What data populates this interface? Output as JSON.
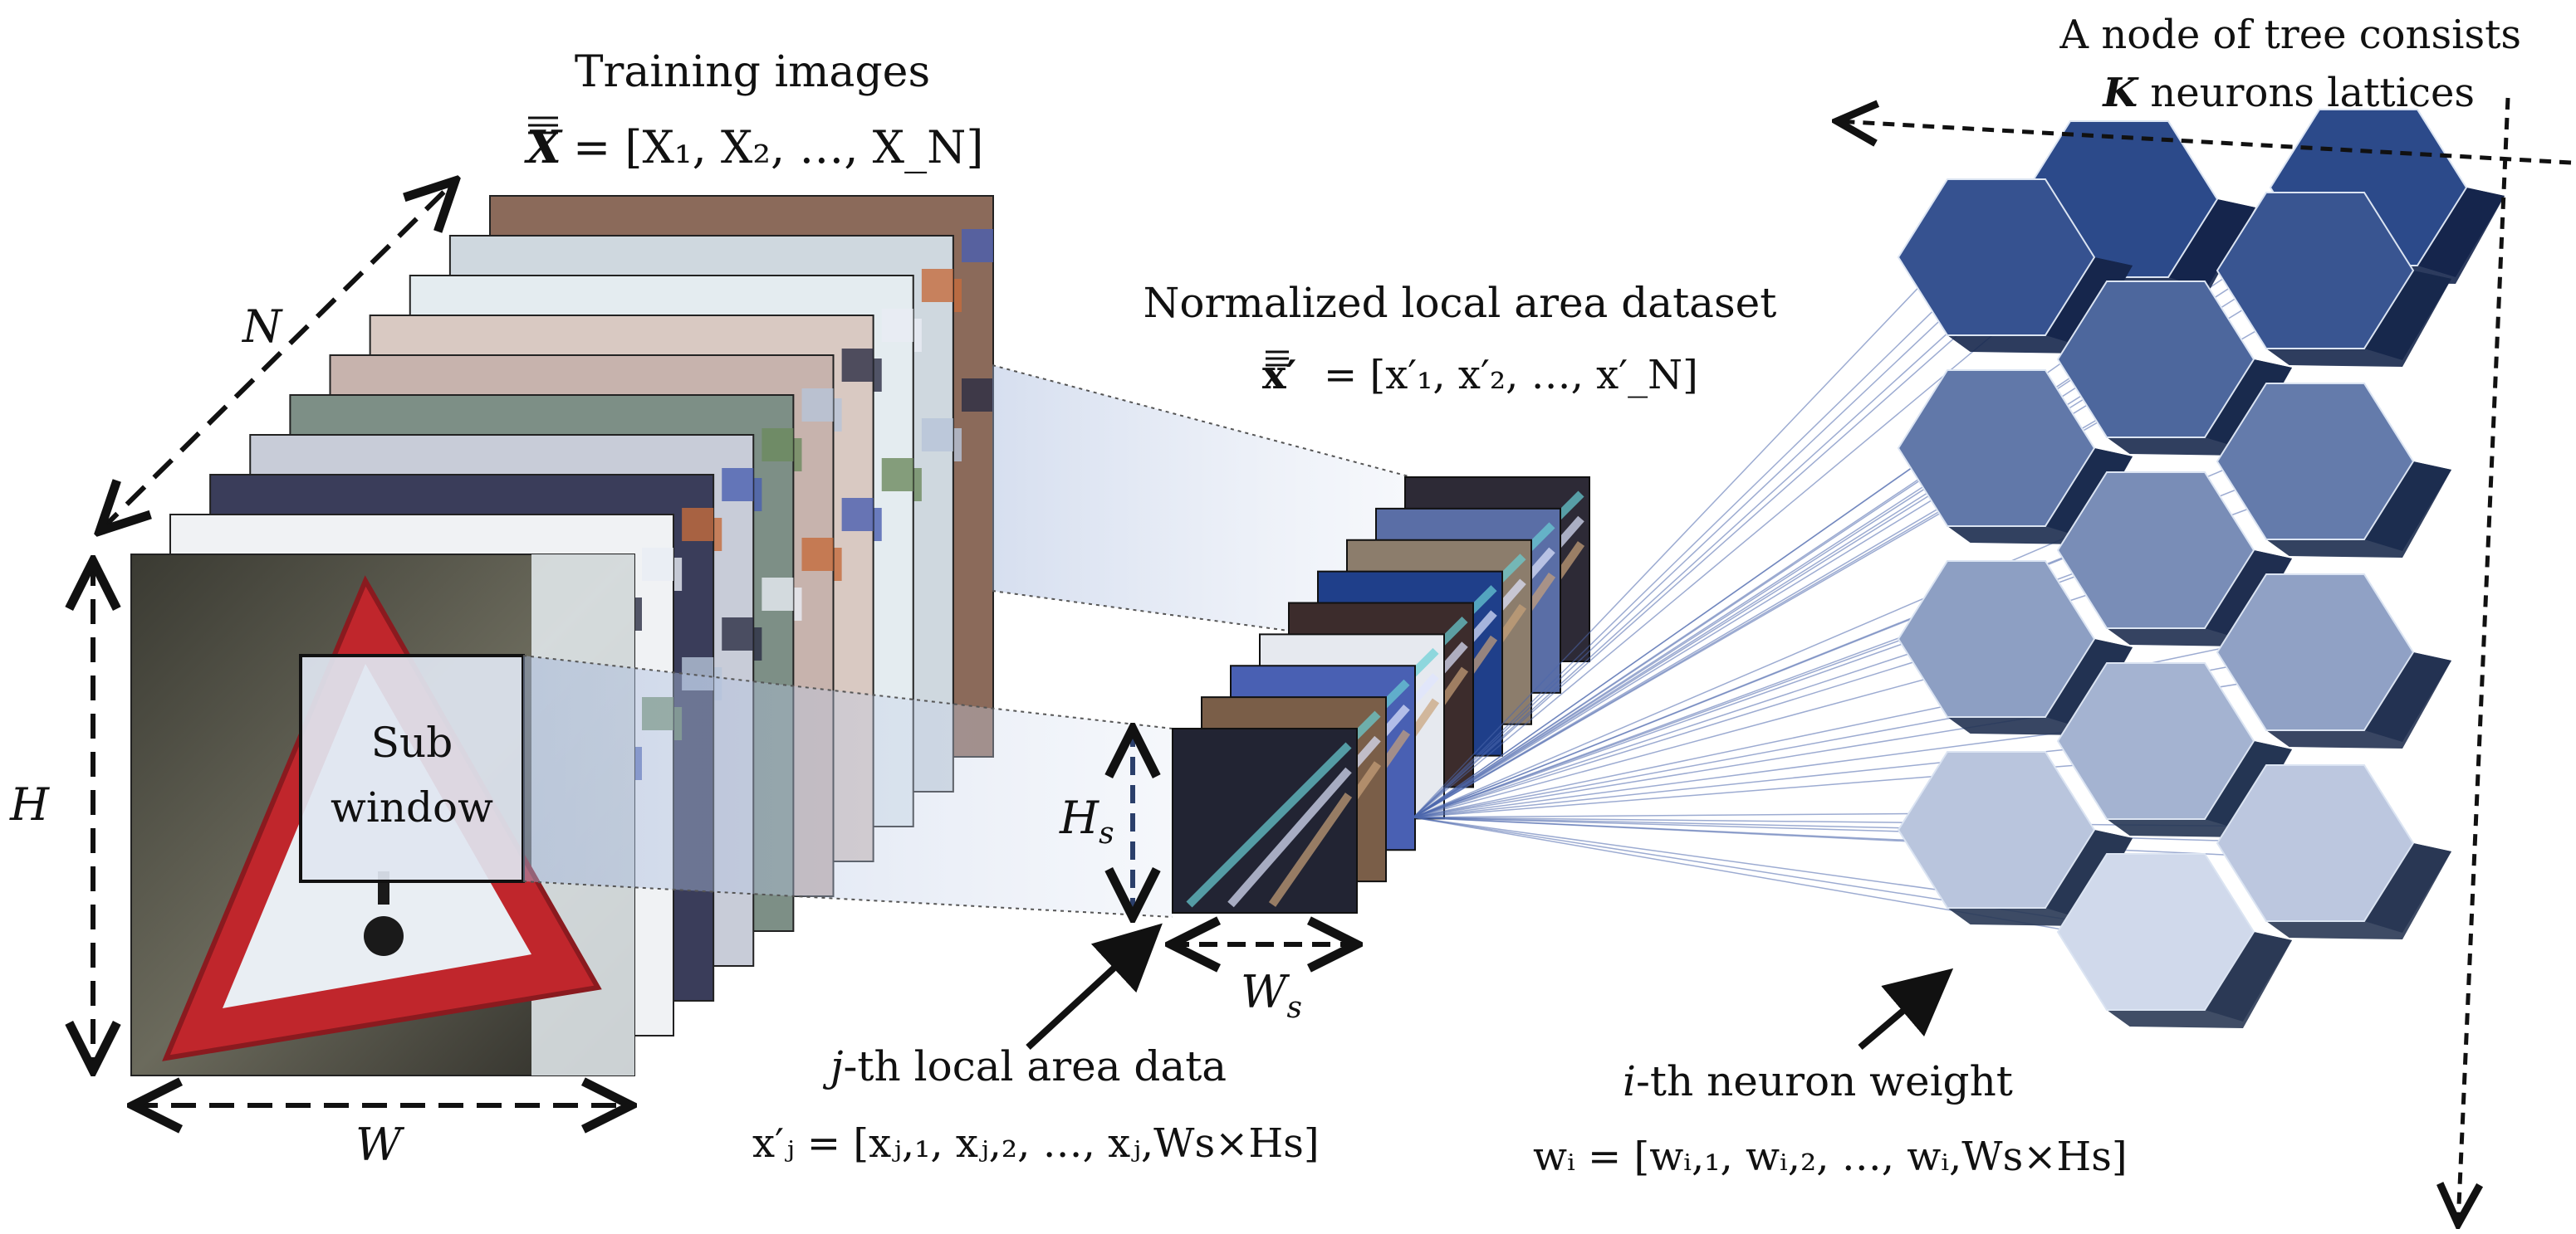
{
  "training": {
    "title": "Training images",
    "formula_lhs": "X",
    "formula_rhs": "= [X₁, X₂, …, X_N]"
  },
  "normalized": {
    "title": "Normalized local area dataset",
    "formula_lhs": "x′",
    "formula_rhs": "= [x′₁, x′₂, …, x′_N]"
  },
  "node": {
    "line1": "A node of tree consists",
    "bold": "K",
    "line2_rest": " neurons lattices"
  },
  "dims": {
    "n": "N",
    "h": "H",
    "w": "W",
    "hs": "H",
    "hs_sub": "s",
    "ws": "W",
    "ws_sub": "s"
  },
  "subwindow": {
    "line1": "Sub",
    "line2": "window"
  },
  "local_data": {
    "prefix": "j",
    "title": "-th local area data",
    "formula": "x′ⱼ = [xⱼ,₁, xⱼ,₂, …, xⱼ,Ws×Hs]"
  },
  "neuron": {
    "prefix": "i",
    "title": "-th neuron weight",
    "formula": "wᵢ = [wᵢ,₁, wᵢ,₂, …, wᵢ,Ws×Hs]"
  },
  "colors": {
    "hex_dark": "#2f4f8f",
    "hex_light": "#dfe8f5",
    "projection": "#b8c8e6",
    "sign_red": "#b5262b"
  }
}
